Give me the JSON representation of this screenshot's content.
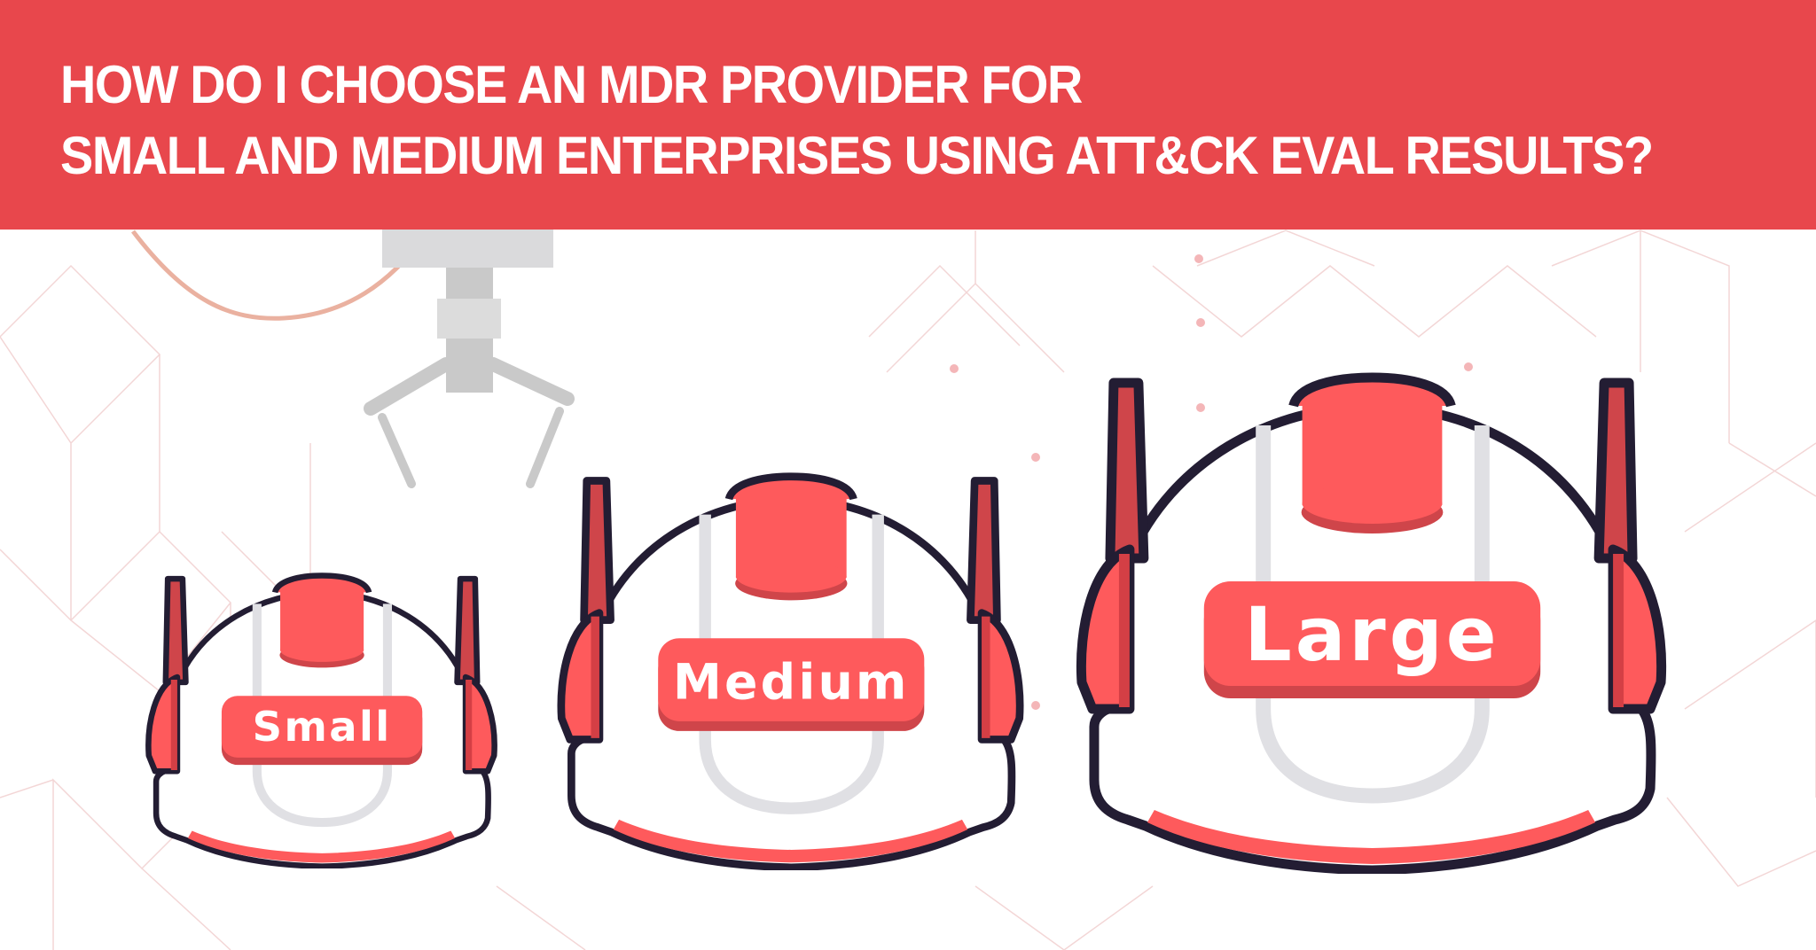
{
  "banner": {
    "title_line1": "HOW DO I CHOOSE AN MDR PROVIDER FOR",
    "title_line2": "SMALL AND MEDIUM ENTERPRISES USING ATT&CK EVAL RESULTS?"
  },
  "helmets": [
    {
      "label": "Small"
    },
    {
      "label": "Medium"
    },
    {
      "label": "Large"
    }
  ],
  "colors": {
    "banner": "#e8474c",
    "accent_red": "#fe5a5c",
    "accent_dark_red": "#cf454a",
    "outline": "#231d33",
    "strap": "#e0e0e4",
    "claw": "#cccccc"
  }
}
